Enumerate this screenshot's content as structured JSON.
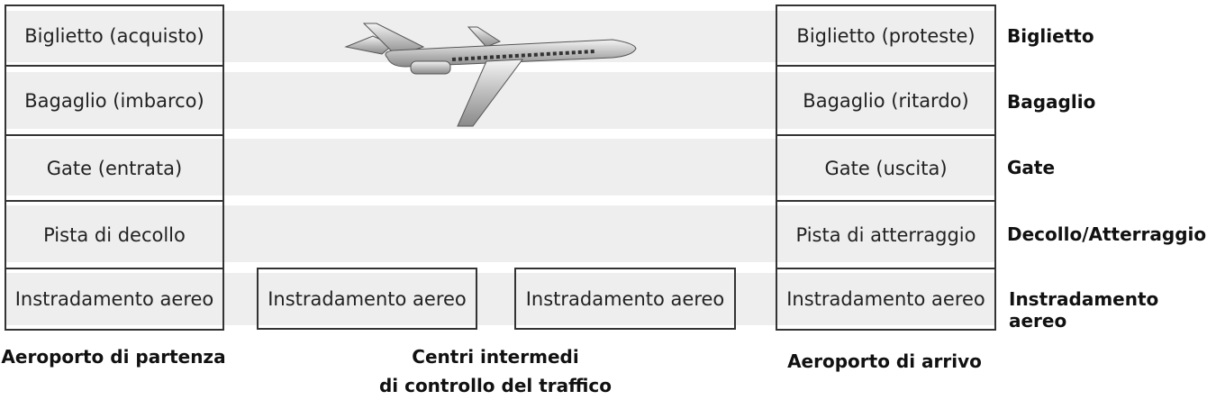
{
  "departure": {
    "title": "Aeroporto di partenza",
    "layers": [
      "Biglietto (acquisto)",
      "Bagaglio (imbarco)",
      "Gate (entrata)",
      "Pista di decollo",
      "Instradamento aereo"
    ]
  },
  "intermediate": {
    "title_line1": "Centri intermedi",
    "title_line2": "di controllo del traffico",
    "boxes": [
      "Instradamento aereo",
      "Instradamento aereo"
    ]
  },
  "arrival": {
    "title": "Aeroporto di arrivo",
    "layers": [
      "Biglietto (proteste)",
      "Bagaglio (ritardo)",
      "Gate (uscita)",
      "Pista di atterraggio",
      "Instradamento aereo"
    ]
  },
  "layer_names": [
    "Biglietto",
    "Bagaglio",
    "Gate",
    "Decollo/Atterraggio",
    "Instradamento aereo"
  ],
  "colors": {
    "band": "#eeeeee",
    "border": "#333333"
  },
  "icons": {
    "plane": "airplane-illustration"
  }
}
